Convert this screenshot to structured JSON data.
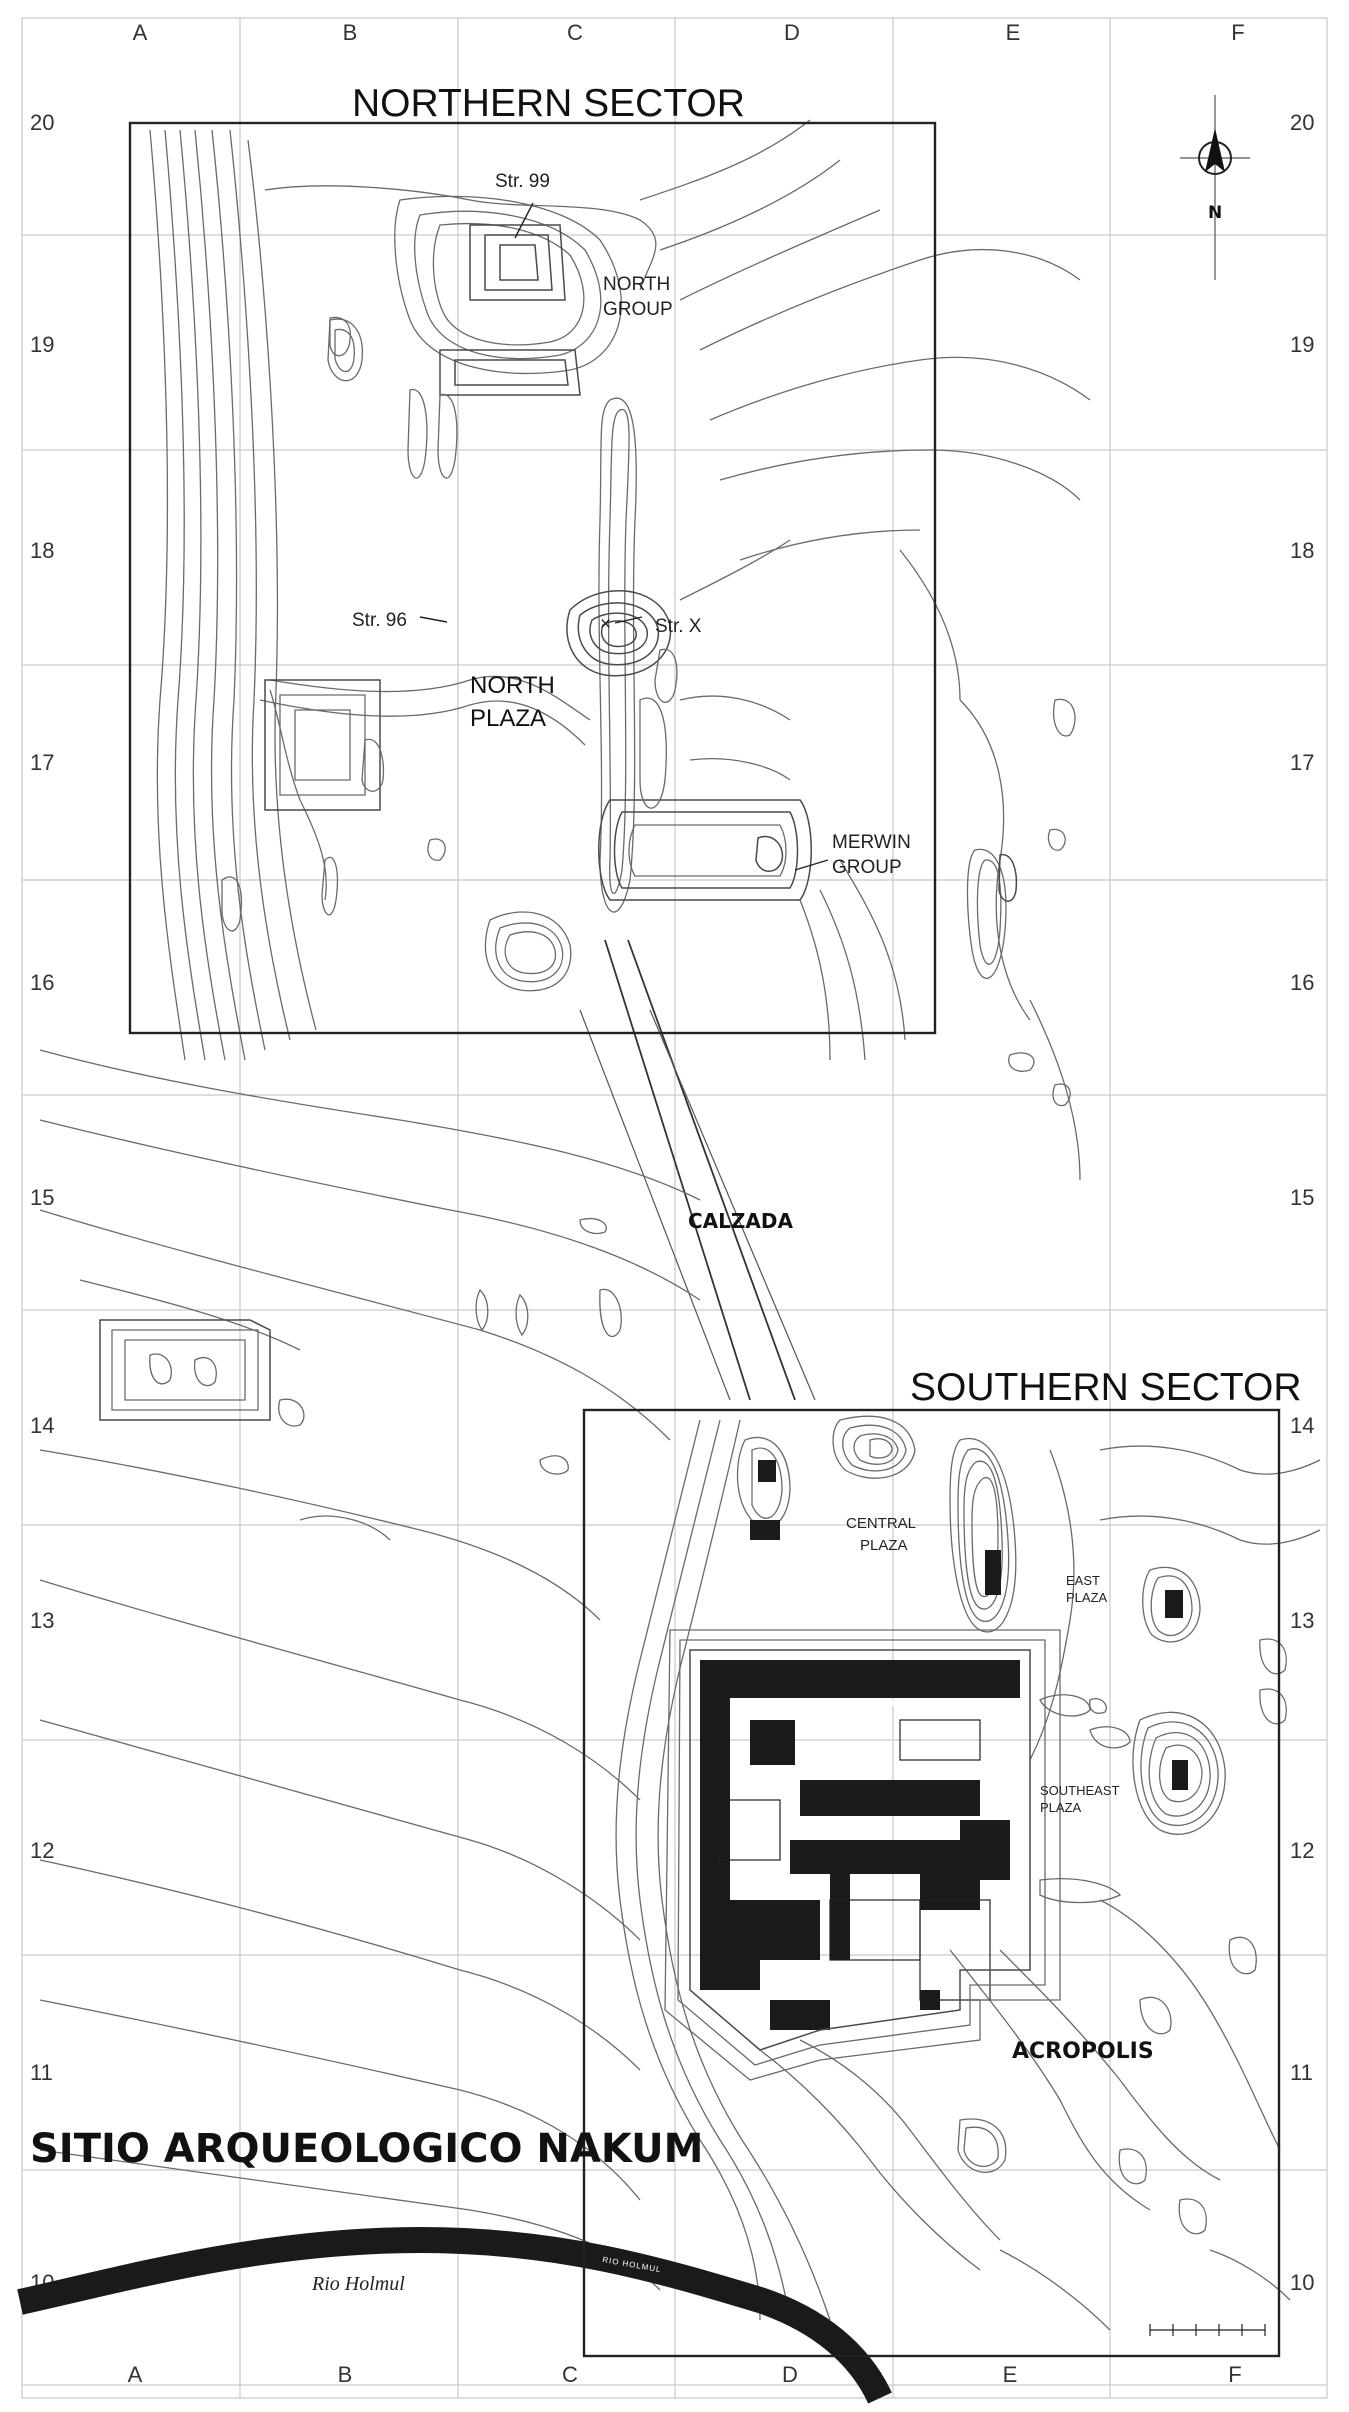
{
  "map": {
    "title": "SITIO ARQUEOLOGICO NAKUM",
    "columns": [
      "A",
      "B",
      "C",
      "D",
      "E",
      "F"
    ],
    "rows": [
      "20",
      "19",
      "18",
      "17",
      "16",
      "15",
      "14",
      "13",
      "12",
      "11",
      "10"
    ],
    "north_arrow": "N",
    "sectors": {
      "northern": "NORTHERN SECTOR",
      "southern": "SOUTHERN SECTOR"
    },
    "labels": {
      "str99": "Str. 99",
      "north_group_1": "NORTH",
      "north_group_2": "GROUP",
      "str96": "Str. 96",
      "strx": "Str. X",
      "north_plaza_1": "NORTH",
      "north_plaza_2": "PLAZA",
      "merwin_1": "MERWIN",
      "merwin_2": "GROUP",
      "calzada": "CALZADA",
      "central_plaza_1": "CENTRAL",
      "central_plaza_2": "PLAZA",
      "east_plaza_1": "EAST",
      "east_plaza_2": "PLAZA",
      "southeast_plaza_1": "SOUTHEAST",
      "southeast_plaza_2": "PLAZA",
      "acropolis": "ACROPOLIS",
      "river": "Rio Holmul",
      "river_small": "RIO HOLMUL"
    }
  },
  "colors": {
    "ink": "#111111",
    "contour": "#6a6a6a",
    "grid": "#c9c9c9",
    "background": "#ffffff"
  }
}
